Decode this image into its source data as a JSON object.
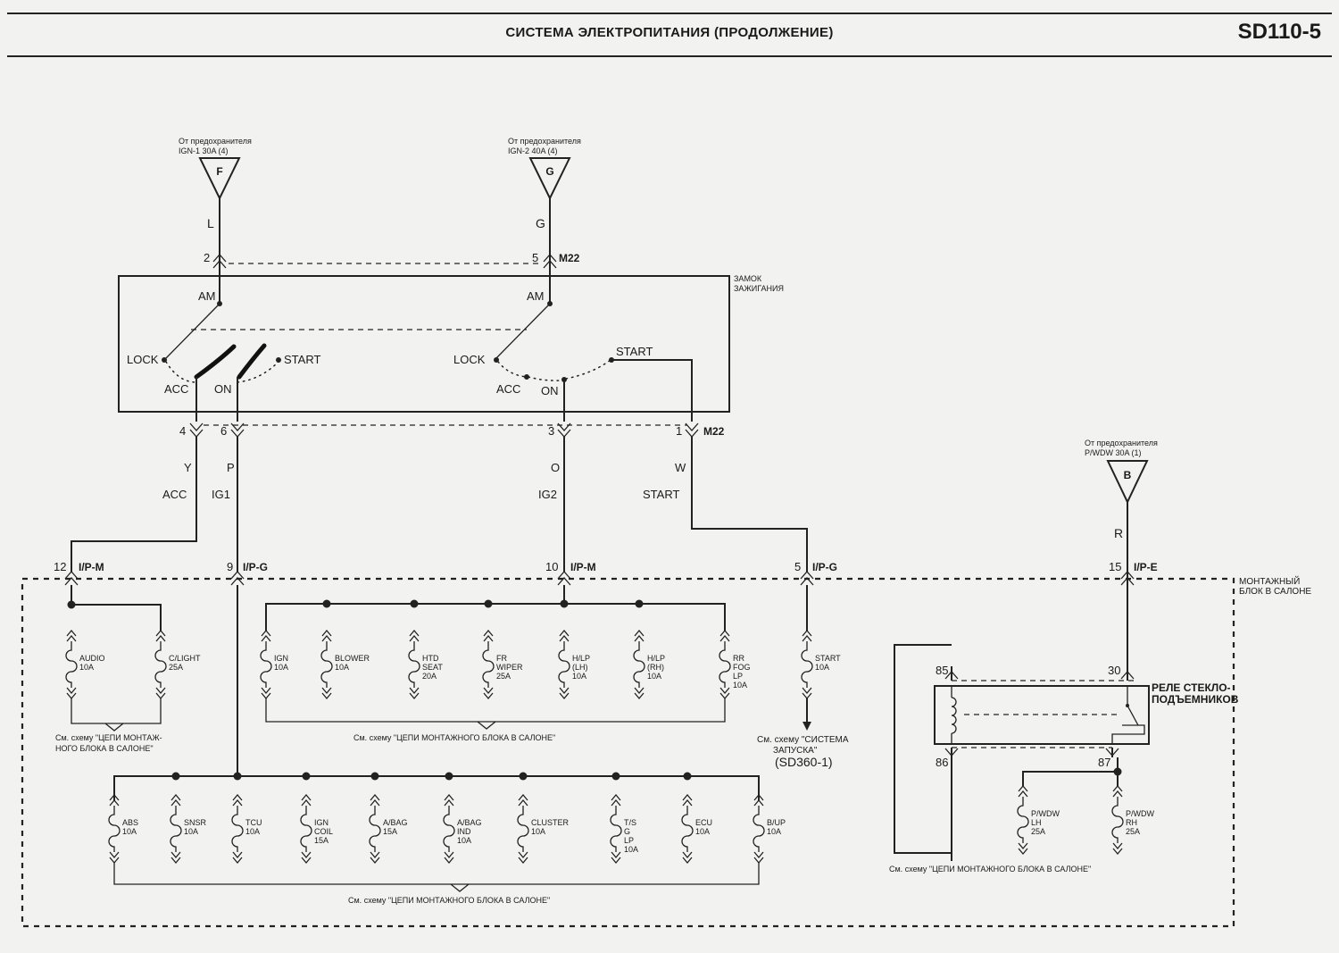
{
  "header": {
    "title": "СИСТЕМА ЭЛЕКТРОПИТАНИЯ (ПРОДОЛЖЕНИЕ)",
    "code": "SD110-5"
  },
  "sources": [
    {
      "id": "F",
      "line1": "От предохранителя",
      "line2": "IGN-1 30A (4)",
      "wire": "L"
    },
    {
      "id": "G",
      "line1": "От предохранителя",
      "line2": "IGN-2 40A (4)",
      "wire": "G"
    },
    {
      "id": "B",
      "line1": "От предохранителя",
      "line2": "P/WDW 30A (1)",
      "wire": "R"
    }
  ],
  "connector_top": {
    "pin_left": "2",
    "pin_right": "5",
    "name": "M22"
  },
  "ignition_switch": {
    "name_line1": "ЗАМОК",
    "name_line2": "ЗАЖИГАНИЯ",
    "left": {
      "am": "AM",
      "lock": "LOCK",
      "acc": "ACC",
      "on": "ON",
      "start": "START"
    },
    "right": {
      "am": "AM",
      "lock": "LOCK",
      "acc": "ACC",
      "on": "ON",
      "start": "START"
    }
  },
  "connector_bottom": {
    "pins": [
      "4",
      "6",
      "3",
      "1"
    ],
    "name": "M22"
  },
  "wires": [
    {
      "color": "Y",
      "circuit": "ACC"
    },
    {
      "color": "P",
      "circuit": "IG1"
    },
    {
      "color": "O",
      "circuit": "IG2"
    },
    {
      "color": "W",
      "circuit": "START"
    }
  ],
  "junction_block": {
    "name_line1": "МОНТАЖНЫЙ",
    "name_line2": "БЛОК В САЛОНЕ",
    "connectors": [
      {
        "pin": "12",
        "name": "I/P-M"
      },
      {
        "pin": "9",
        "name": "I/P-G"
      },
      {
        "pin": "10",
        "name": "I/P-M"
      },
      {
        "pin": "5",
        "name": "I/P-G"
      },
      {
        "pin": "15",
        "name": "I/P-E"
      }
    ]
  },
  "fuses_acc": [
    {
      "name": "AUDIO",
      "rating": "10A"
    },
    {
      "name": "C/LIGHT",
      "rating": "25A"
    }
  ],
  "fuses_ig2": [
    {
      "name": "IGN",
      "rating": "10A"
    },
    {
      "name": "BLOWER",
      "rating": "10A"
    },
    {
      "name": "HTD SEAT",
      "name2": "",
      "rating": "20A"
    },
    {
      "name": "FR WIPER",
      "rating": "25A"
    },
    {
      "name": "H/LP (LH)",
      "rating": "10A"
    },
    {
      "name": "H/LP (RH)",
      "rating": "10A"
    },
    {
      "name": "RR FOG LP",
      "rating": "10A"
    }
  ],
  "fuse_start": {
    "name": "START",
    "rating": "10A"
  },
  "fuses_ig1": [
    {
      "name": "ABS",
      "rating": "10A"
    },
    {
      "name": "SNSR",
      "rating": "10A"
    },
    {
      "name": "TCU",
      "rating": "10A"
    },
    {
      "name": "IGN COIL",
      "rating": "15A"
    },
    {
      "name": "A/BAG",
      "rating": "15A"
    },
    {
      "name": "A/BAG IND",
      "rating": "10A"
    },
    {
      "name": "CLUSTER",
      "rating": "10A"
    },
    {
      "name": "T/S G LP",
      "rating": "10A"
    },
    {
      "name": "ECU",
      "rating": "10A"
    },
    {
      "name": "B/UP",
      "rating": "10A"
    }
  ],
  "relay": {
    "name_line1": "РЕЛЕ СТЕКЛО-",
    "name_line2": "ПОДЪЕМНИКОВ",
    "pins": {
      "p85": "85",
      "p86": "86",
      "p30": "30",
      "p87": "87"
    }
  },
  "fuses_pwdw": [
    {
      "name": "P/WDW LH",
      "rating": "25A"
    },
    {
      "name": "P/WDW RH",
      "rating": "25A"
    }
  ],
  "notes": {
    "acc": "См. схему \"ЦЕПИ МОНТАЖ-",
    "acc2": "НОГО БЛОКА В САЛОНЕ\"",
    "ig2": "См. схему \"ЦЕПИ МОНТАЖНОГО БЛОКА В САЛОНЕ\"",
    "start": "См. схему \"СИСТЕМА",
    "start2": "ЗАПУСКА\"",
    "start3": "(SD360-1)",
    "ig1": "См. схему \"ЦЕПИ МОНТАЖНОГО БЛОКА В САЛОНЕ\"",
    "pwdw": "См. схему \"ЦЕПИ МОНТАЖНОГО БЛОКА В САЛОНЕ\""
  }
}
